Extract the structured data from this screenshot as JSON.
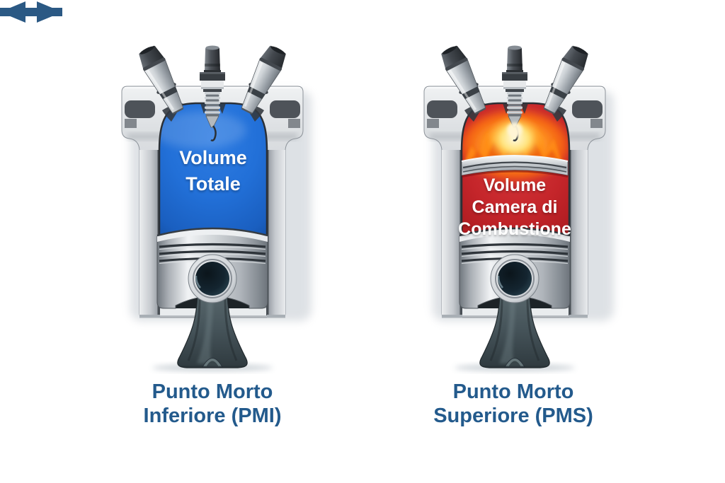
{
  "left_cylinder": {
    "volume_label_lines": [
      "Volume",
      "Totale"
    ],
    "position_label_lines": [
      "Punto Morto",
      "Inferiore (PMI)"
    ],
    "arrow_direction": "left",
    "chamber_color": "#1f6fd6"
  },
  "right_cylinder": {
    "volume_label_lines": [
      "Volume",
      "Camera di",
      "Combustione"
    ],
    "position_label_lines": [
      "Punto Morto",
      "Superiore (PMS)"
    ],
    "arrow_direction": "right",
    "chamber_color": "#c22127"
  },
  "icons": {
    "left_arrow": "arrow-left-icon",
    "right_arrow": "arrow-right-icon",
    "spark_plug": "spark-plug-icon",
    "valves": "valve-icon",
    "flames": "combustion-flames-icon"
  },
  "colors": {
    "background": "#ffffff",
    "volume_text": "#ffffff",
    "position_text": "#235a8c",
    "arrow": "#2b5984",
    "blue_chamber": "#1f6fd6",
    "red_chamber": "#c22127",
    "metal_light": "#d9dcdf",
    "metal_dark": "#4e5359"
  }
}
